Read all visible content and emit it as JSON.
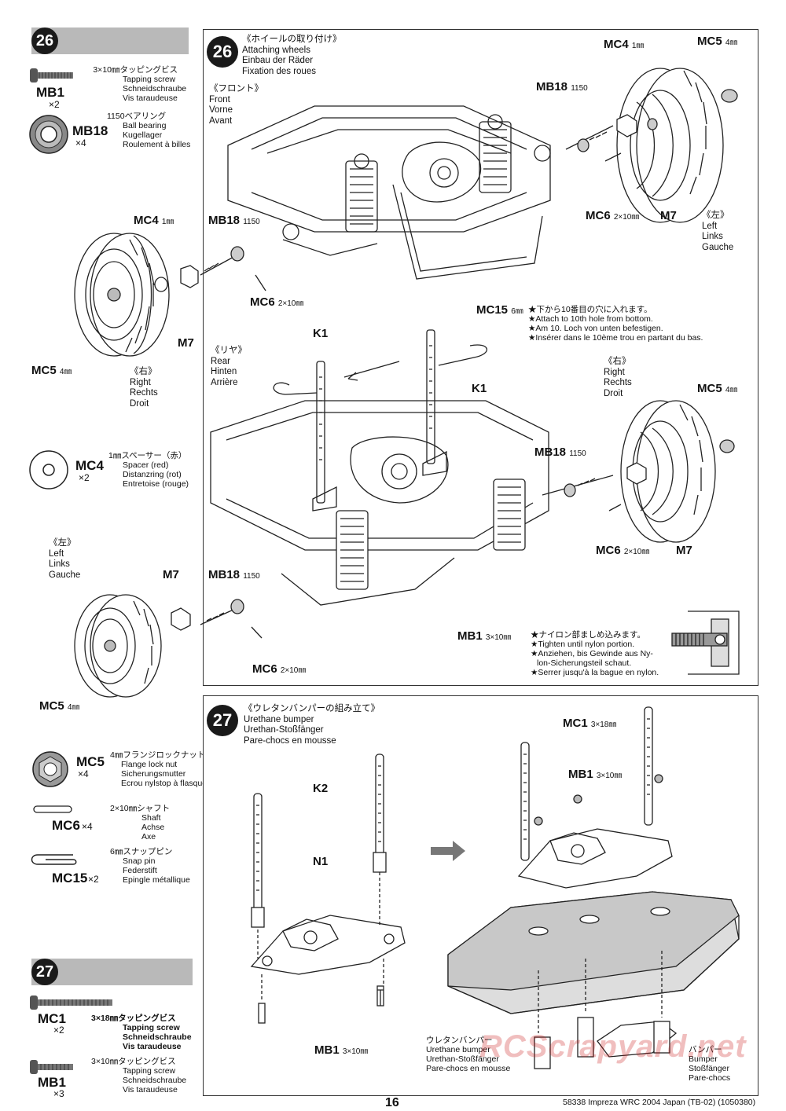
{
  "left_column": {
    "step26": {
      "number": "26",
      "parts": [
        {
          "code": "MB1",
          "qty": "×2",
          "lines": [
            "3×10㎜タッピングビス",
            "Tapping screw",
            "Schneidschraube",
            "Vis taraudeuse"
          ]
        },
        {
          "code": "MB18",
          "qty": "×4",
          "lines": [
            "1150ベアリング",
            "Ball bearing",
            "Kugellager",
            "Roulement à billes"
          ]
        },
        {
          "code": "MC4",
          "qty": "×2",
          "lines": [
            "1㎜スペーサー（赤）",
            "Spacer (red)",
            "Distanzring (rot)",
            "Entretoise (rouge)"
          ]
        },
        {
          "code": "MC5",
          "qty": "×4",
          "lines": [
            "4㎜フランジロックナット",
            "Flange lock nut",
            "Sicherungsmutter",
            "Ecrou nylstop à flasque"
          ]
        },
        {
          "code": "MC6",
          "qty": "×4",
          "lines": [
            "2×10㎜シャフト",
            "Shaft",
            "Achse",
            "Axe"
          ]
        },
        {
          "code": "MC15",
          "qty": "×2",
          "lines": [
            "6㎜スナップピン",
            "Snap pin",
            "Federstift",
            "Epingle métallique"
          ]
        }
      ]
    },
    "step27": {
      "number": "27",
      "parts": [
        {
          "code": "MC1",
          "qty": "×2",
          "lines": [
            "3×18㎜タッピングビス",
            "Tapping screw",
            "Schneidschraube",
            "Vis taraudeuse"
          ]
        },
        {
          "code": "MB1",
          "qty": "×3",
          "lines": [
            "3×10㎜タッピングビス",
            "Tapping screw",
            "Schneidschraube",
            "Vis taraudeuse"
          ]
        }
      ]
    }
  },
  "panel26": {
    "number": "26",
    "title_jp": "《ホイールの取り付け》",
    "title_lines": [
      "Attaching wheels",
      "Einbau der Räder",
      "Fixation des roues"
    ],
    "front": [
      "《フロント》",
      "Front",
      "Vorne",
      "Avant"
    ],
    "rear": [
      "《リヤ》",
      "Rear",
      "Hinten",
      "Arrière"
    ],
    "left_front": [
      "《左》",
      "Left",
      "Links",
      "Gauche"
    ],
    "right_front": [
      "《右》",
      "Right",
      "Rechts",
      "Droit"
    ],
    "right_rear": [
      "《右》",
      "Right",
      "Rechts",
      "Droit"
    ],
    "left_rear": [
      "《左》",
      "Left",
      "Links",
      "Gauche"
    ],
    "labels": {
      "mc4": "MC4",
      "mc4_size": "1㎜",
      "mc5": "MC5",
      "mc5_size": "4㎜",
      "mb18": "MB18",
      "mb18_size": "1150",
      "mc6": "MC6",
      "mc6_size": "2×10㎜",
      "m7": "M7",
      "k1": "K1",
      "mc15": "MC15",
      "mc15_size": "6㎜",
      "mb1": "MB1",
      "mb1_size": "3×10㎜"
    },
    "note_k1": [
      "★下から10番目の穴に入れます。",
      "★Attach to 10th hole from bottom.",
      "★Am 10. Loch von unten befestigen.",
      "★Insérer dans le 10ème trou en partant du bas."
    ],
    "note_nylon": [
      "★ナイロン部ましめ込みます。",
      "★Tighten until nylon portion.",
      "★Anziehen, bis Gewinde aus Ny-",
      "lon-Sicherungsteil schaut.",
      "★Serrer jusqu'à la bague en nylon."
    ]
  },
  "panel27": {
    "number": "27",
    "title_jp": "《ウレタンバンパーの組み立て》",
    "title_lines": [
      "Urethane bumper",
      "Urethan-Stoßfänger",
      "Pare-chocs en mousse"
    ],
    "labels": {
      "k2": "K2",
      "n1": "N1",
      "mb1": "MB1",
      "mb1_size": "3×10㎜",
      "mc1": "MC1",
      "mc1_size": "3×18㎜"
    },
    "bumper_label": [
      "ウレタンバンパー",
      "Urethane bumper",
      "Urethan-Stoßfänger",
      "Pare-chocs en mousse"
    ],
    "bumper_right": [
      "バンパー",
      "Bumper",
      "Stoßfänger",
      "Pare-chocs"
    ]
  },
  "footer": {
    "page_number": "16",
    "model": "58338  Impreza WRC 2004 Japan (TB-02) (1050380)"
  },
  "watermark": "RCScrapyard.net"
}
